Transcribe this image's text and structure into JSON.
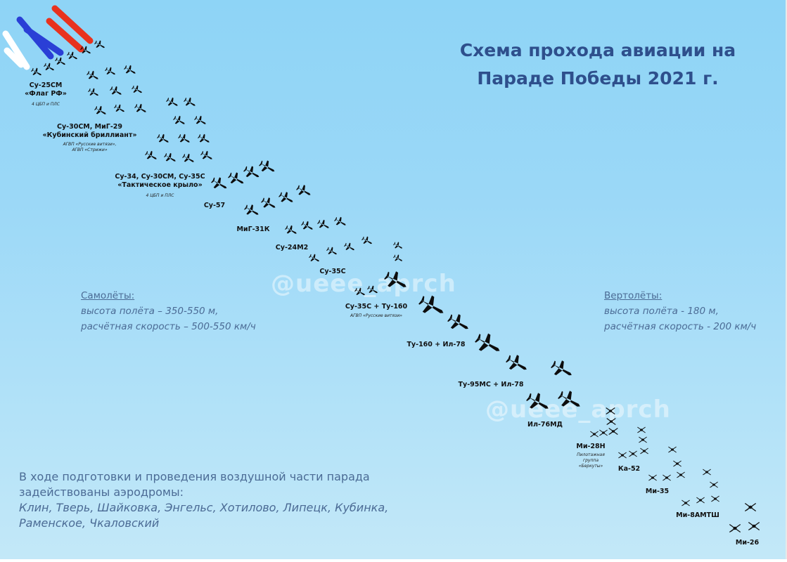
{
  "title": {
    "line1": "Схема прохода авиации на",
    "line2": "Параде Победы 2021 г."
  },
  "flag_colors": {
    "white": "#ffffff",
    "blue": "#2a3fd6",
    "red": "#e8321e"
  },
  "watermark": "@ueee_aprch",
  "groups": [
    {
      "label": "Су-25СМ",
      "label2": "«Флаг РФ»",
      "sub": "4 ЦБП и ПЛС"
    },
    {
      "label": "Су-30СМ, МиГ-29",
      "label2": "«Кубинский бриллиант»",
      "sub": "АГВП «Русские витязи»,",
      "sub2": "АГВП «Стрижи»"
    },
    {
      "label": "Су-34, Су-30СМ, Су-35С",
      "label2": "«Тактическое крыло»",
      "sub": "4 ЦБП и ПЛС"
    },
    {
      "label": "Су-57"
    },
    {
      "label": "МиГ-31К"
    },
    {
      "label": "Су-24М2"
    },
    {
      "label": "Су-35С"
    },
    {
      "label": "Су-35С + Ту-160",
      "sub": "АГВП «Русские витязи»"
    },
    {
      "label": "Ту-160 + Ил-78"
    },
    {
      "label": "Ту-95МС + Ил-78"
    },
    {
      "label": "Ил-76МД"
    },
    {
      "label": "Ми-28Н",
      "sub": "Пилотажная",
      "sub2": "группа",
      "sub3": "«Беркуты»"
    },
    {
      "label": "Ка-52"
    },
    {
      "label": "Ми-35"
    },
    {
      "label": "Ми-8АМТШ"
    },
    {
      "label": "Ми-26"
    }
  ],
  "aircraft": {
    "heading": "Самолёты:",
    "altitude": "высота полёта – 350-550 м,",
    "speed": "расчётная скорость – 500-550 км/ч"
  },
  "helicopters": {
    "heading": "Вертолёты:",
    "altitude": "высота полёта - 180 м,",
    "speed": "расчётная скорость - 200 км/ч"
  },
  "note": {
    "line1": "В ходе подготовки и проведения воздушной части парада",
    "line2": "задействованы аэродромы:",
    "line3": "Клин, Тверь, Шайковка, Энгельс, Хотилово, Липецк, Кубинка,",
    "line4": "Раменское, Чкаловский"
  }
}
